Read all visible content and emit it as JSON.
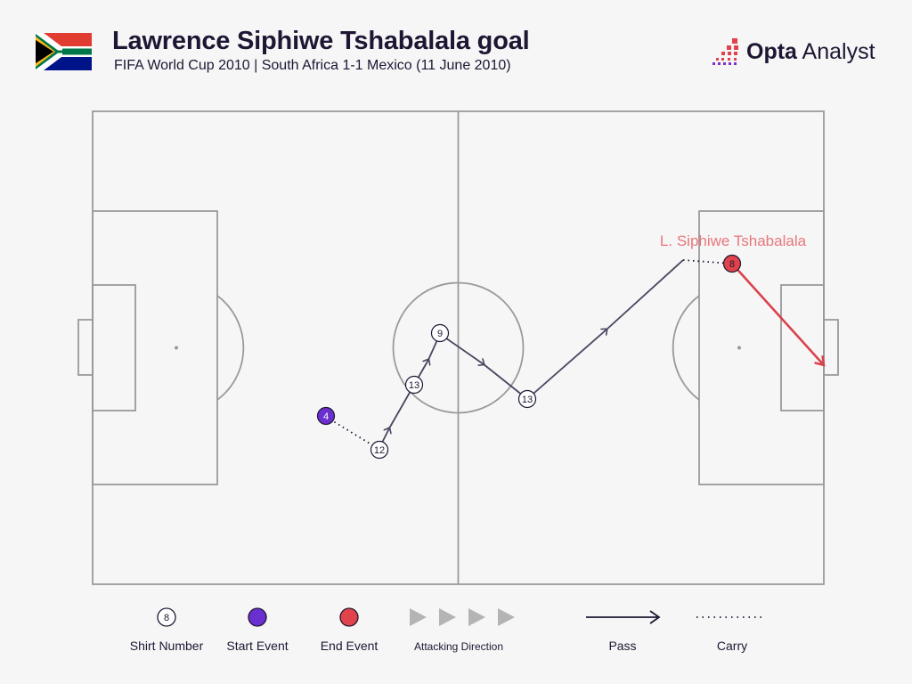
{
  "header": {
    "title": "Lawrence Siphiwe Tshabalala goal",
    "subtitle": "FIFA World Cup 2010 | South Africa 1-1 Mexico (11 June 2010)",
    "flag_icon": "south-africa-flag-icon"
  },
  "brand": {
    "logo_icon": "opta-logo-icon",
    "name_bold": "Opta",
    "name_regular": "Analyst"
  },
  "colors": {
    "background": "#f6f6f6",
    "pitch_lines": "#9a9a9a",
    "pass": "#4a4560",
    "start_event": "#6a2fcf",
    "end_event": "#e0434b",
    "shot": "#d9424c",
    "scorer_label": "#e8777c",
    "text": "#1e1633"
  },
  "scorer_label": "L. Siphiwe Tshabalala",
  "players": [
    {
      "number": "4",
      "type": "start"
    },
    {
      "number": "12",
      "type": "normal"
    },
    {
      "number": "13",
      "type": "normal"
    },
    {
      "number": "9",
      "type": "normal"
    },
    {
      "number": "13",
      "type": "normal"
    },
    {
      "number": "8",
      "type": "end"
    }
  ],
  "legend": {
    "shirt_number": "Shirt Number",
    "shirt_sample": "8",
    "start_event": "Start Event",
    "end_event": "End Event",
    "attacking_direction": "Attacking Direction",
    "pass": "Pass",
    "carry": "Carry"
  }
}
